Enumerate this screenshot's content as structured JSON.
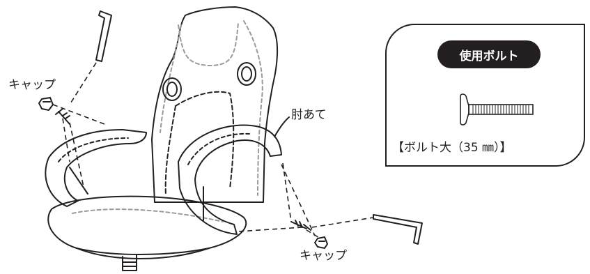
{
  "labels": {
    "cap_left": "キャップ",
    "armrest": "肘あて",
    "cap_right": "キャップ"
  },
  "panel": {
    "badge": "使用ボルト",
    "caption": "【ボルト大（35 ㎜）】"
  },
  "colors": {
    "ink": "#231f20",
    "seam": "#9a9a9a"
  },
  "icons": [
    "hex-key-icon",
    "bolt-icon",
    "cap-icon",
    "chair-illustration"
  ]
}
